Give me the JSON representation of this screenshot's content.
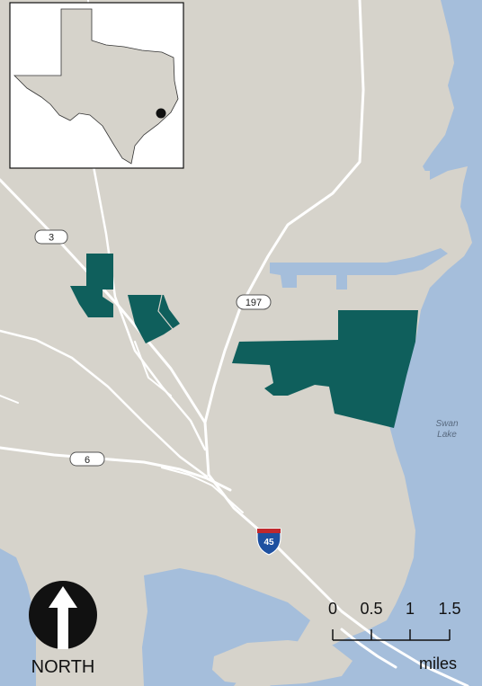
{
  "map": {
    "colors": {
      "land": "#d6d3cb",
      "water": "#a5bedb",
      "road": "#ffffff",
      "site": "#0f5f5c",
      "interstate_blue": "#1e50a0",
      "interstate_red": "#c0282d"
    },
    "road_labels": [
      {
        "id": "route-3",
        "text": "3"
      },
      {
        "id": "route-197",
        "text": "197"
      },
      {
        "id": "route-6",
        "text": "6"
      }
    ],
    "interstate": {
      "number": "45"
    },
    "water_label": {
      "line1": "Swan",
      "line2": "Lake"
    },
    "inset": {
      "description_icon": "texas-locator-inset"
    }
  },
  "scale_bar": {
    "ticks": [
      "0",
      "0.5",
      "1",
      "1.5"
    ],
    "unit": "miles"
  },
  "north_arrow": {
    "label": "NORTH",
    "icon": "north-arrow-icon"
  }
}
